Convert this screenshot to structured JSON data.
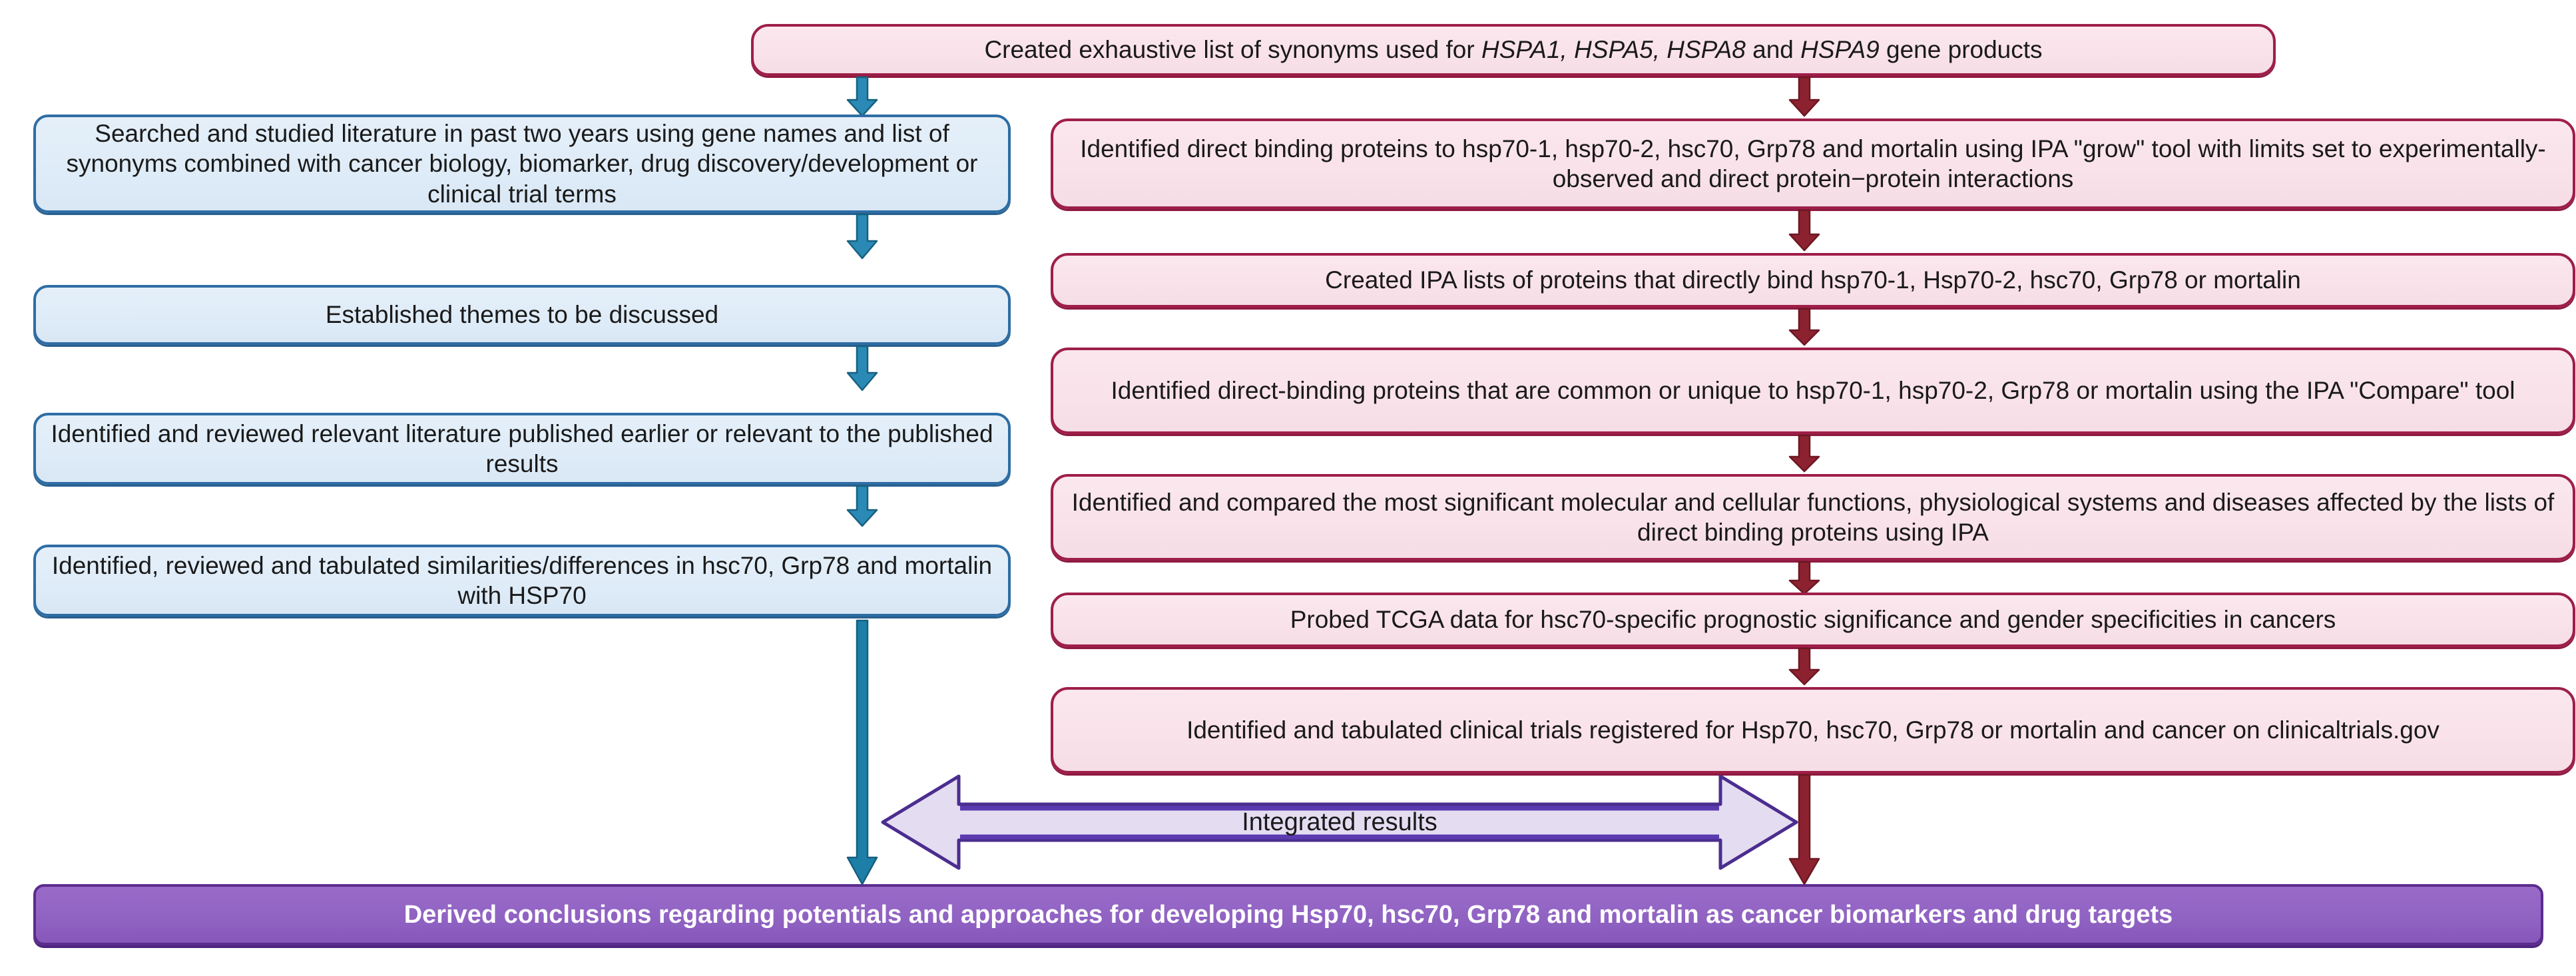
{
  "diagram": {
    "title_box": {
      "id": "created-synonyms-list",
      "text_parts": [
        {
          "t": "Created exhaustive list of synonyms used for ",
          "style": "normal"
        },
        {
          "t": "HSPA1, HSPA5, HSPA8",
          "style": "italic"
        },
        {
          "t": " and ",
          "style": "normal"
        },
        {
          "t": "HSPA9",
          "style": "italic"
        },
        {
          "t": " gene products",
          "style": "normal"
        }
      ],
      "plain": "Created exhaustive list of synonyms used for HSPA1, HSPA5, HSPA8 and HSPA9 gene products"
    },
    "left_column": [
      {
        "id": "searched-literature",
        "text": "Searched and studied literature in past two years using gene names and list of synonyms combined with cancer biology, biomarker, drug discovery/development or clinical trial terms"
      },
      {
        "id": "established-themes",
        "text": "Established themes to be discussed"
      },
      {
        "id": "identified-reviewed-literature",
        "text": "Identified and reviewed relevant literature published earlier or relevant to the published results"
      },
      {
        "id": "tabulated-similarities",
        "text": "Identified, reviewed and tabulated similarities/differences in hsc70, Grp78 and mortalin with HSP70"
      }
    ],
    "right_column": [
      {
        "id": "identified-direct-binding",
        "text": "Identified direct binding proteins to hsp70-1, hsp70-2, hsc70, Grp78 and mortalin using IPA \"grow\" tool with limits set to experimentally-observed and direct protein−protein interactions"
      },
      {
        "id": "created-ipa-lists",
        "text": "Created IPA lists of proteins that directly bind hsp70-1, Hsp70-2, hsc70, Grp78 or mortalin"
      },
      {
        "id": "common-or-unique",
        "text": "Identified direct-binding proteins that are common or unique to hsp70-1, hsp70-2, Grp78 or mortalin using the IPA \"Compare\" tool"
      },
      {
        "id": "significant-functions",
        "text": "Identified and compared the most significant molecular and cellular functions, physiological systems and diseases affected by the lists of direct binding proteins using IPA"
      },
      {
        "id": "probed-tcga",
        "text": "Probed  TCGA data for hsc70-specific prognostic significance and gender specificities in cancers"
      },
      {
        "id": "clinical-trials",
        "text": "Identified and tabulated clinical trials registered for Hsp70, hsc70, Grp78 or mortalin and cancer on clinicaltrials.gov"
      }
    ],
    "integrated_arrow": {
      "label": "Integrated results"
    },
    "conclusion_banner": {
      "text": "Derived conclusions regarding potentials and approaches for developing Hsp70, hsc70, Grp78 and mortalin as cancer biomarkers and drug targets"
    },
    "colors": {
      "pink_fill": "#f9e2ea",
      "pink_border": "#9e1f48",
      "blue_fill": "#dfecf8",
      "blue_border": "#2e6da4",
      "purple_fill": "#9063c3",
      "purple_border": "#5b2c8d",
      "blue_arrow": "#1d7fa8",
      "red_arrow": "#8c2230",
      "integrated_fill": "#e4ddf2",
      "integrated_border": "#4b2d8f",
      "text_dark": "#1a1a1a",
      "text_light": "#ffffff"
    }
  }
}
